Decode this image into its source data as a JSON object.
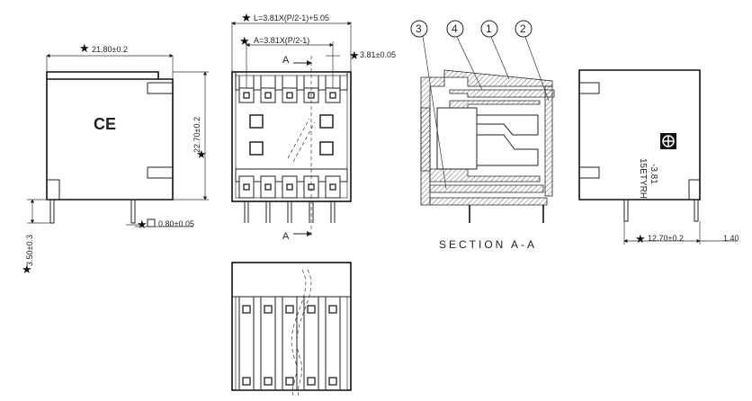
{
  "dimensions": {
    "width_overall": "21.80±0.2",
    "length_formula": "L=3.81X(P/2-1)+5.05",
    "a_formula": "A=3.81X(P/2-1)",
    "pitch": "3.81±0.05",
    "height": "22.70±0.2",
    "pin_size": "0.80±0.05",
    "pin_length": "3.50±0.3",
    "depth": "12.70±0.2",
    "offset": "1.40"
  },
  "section": {
    "label": "SECTION A-A",
    "marker": "A",
    "callouts": [
      "3",
      "4",
      "1",
      "2"
    ]
  },
  "marks": {
    "ce": "CE",
    "star": "★",
    "part_code": "15ETYRH",
    "pitch_code": "-3.81"
  }
}
